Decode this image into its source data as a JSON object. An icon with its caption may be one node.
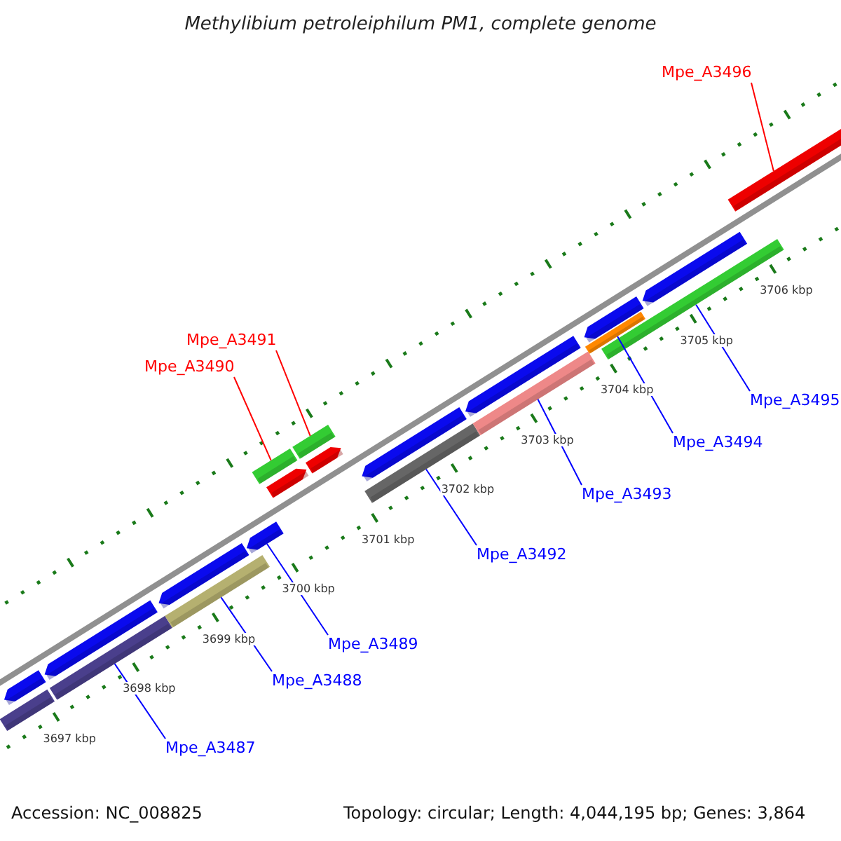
{
  "diagram": {
    "title": "Methylibium petroleiphilum PM1, complete genome",
    "nodes": [
      {
        "text": [
          "Mpe_A3496"
        ]
      },
      {
        "text": [
          "Mpe_A3491"
        ]
      },
      {
        "text": [
          "Mpe_A3490"
        ]
      },
      {
        "text": [
          "Mpe_A3487"
        ]
      },
      {
        "text": [
          "Mpe_A3488"
        ]
      },
      {
        "text": [
          "Mpe_A3489"
        ]
      },
      {
        "text": [
          "Mpe_A3492"
        ]
      },
      {
        "text": [
          "Mpe_A3493"
        ]
      },
      {
        "text": [
          "Mpe_A3494"
        ]
      },
      {
        "text": [
          "Mpe_A3495"
        ]
      },
      {
        "text": [],
        "shape": "arrow"
      },
      {
        "text": [],
        "shape": "bar"
      },
      {
        "text": [],
        "shape": "arrow"
      },
      {
        "text": [],
        "shape": "bar"
      },
      {
        "text": [],
        "shape": "arrow"
      },
      {
        "text": [],
        "shape": "bar"
      },
      {
        "text": [],
        "shape": "arrow"
      },
      {
        "text": [],
        "shape": "bar"
      },
      {
        "text": [],
        "shape": "arrow"
      },
      {
        "text": [],
        "shape": "bar"
      },
      {
        "text": [],
        "shape": "arrow"
      },
      {
        "text": [],
        "shape": "bar"
      },
      {
        "text": [],
        "shape": "arrow"
      },
      {
        "text": [],
        "shape": "bar"
      },
      {
        "text": [],
        "shape": "arrow"
      },
      {
        "text": [],
        "shape": "bar"
      },
      {
        "text": [],
        "shape": "arrow"
      },
      {
        "text": [],
        "shape": "bar"
      },
      {
        "text": [],
        "shape": "arrow"
      },
      {
        "text": [],
        "shape": "bar"
      }
    ],
    "edges": [
      {
        "from": 0,
        "to": 29,
        "arrow": "none",
        "color": "#ff0000"
      },
      {
        "from": 1,
        "to": 19,
        "arrow": "none",
        "color": "#ff0000"
      },
      {
        "from": 2,
        "to": 17,
        "arrow": "none",
        "color": "#ff0000"
      },
      {
        "from": 3,
        "to": 13,
        "arrow": "none"
      },
      {
        "from": 4,
        "to": 15,
        "arrow": "none"
      },
      {
        "from": 5,
        "to": 16,
        "arrow": "none"
      },
      {
        "from": 6,
        "to": 21,
        "arrow": "none"
      },
      {
        "from": 7,
        "to": 23,
        "arrow": "none"
      },
      {
        "from": 8,
        "to": 25,
        "arrow": "none"
      },
      {
        "from": 9,
        "to": 27,
        "arrow": "none"
      }
    ],
    "labels": [
      "3706 kbp",
      "3705 kbp",
      "3704 kbp",
      "3703 kbp",
      "3702 kbp",
      "3701 kbp",
      "3700 kbp",
      "3699 kbp",
      "3698 kbp",
      "3697 kbp",
      "Accession: NC_008825",
      "Topology: circular; Length: 4,044,195 bp; Genes: 3,864"
    ]
  }
}
